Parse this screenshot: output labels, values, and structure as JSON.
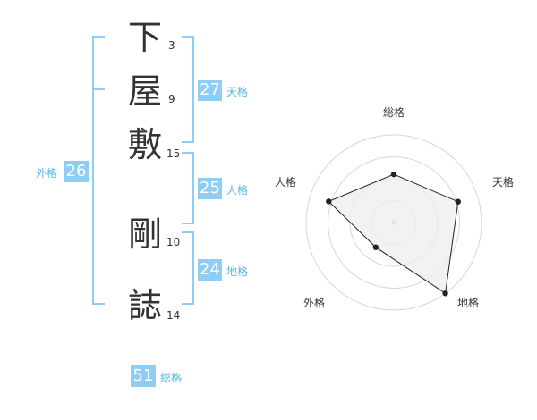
{
  "name": {
    "chars": [
      {
        "char": "下",
        "strokes": "3"
      },
      {
        "char": "屋",
        "strokes": "9"
      },
      {
        "char": "敷",
        "strokes": "15"
      },
      {
        "char": "剛",
        "strokes": "10"
      },
      {
        "char": "誌",
        "strokes": "14"
      }
    ]
  },
  "fortunes": {
    "tenkaku": {
      "value": "27",
      "label": "天格"
    },
    "jinkaku": {
      "value": "25",
      "label": "人格"
    },
    "chikaku": {
      "value": "24",
      "label": "地格"
    },
    "gaikaku": {
      "value": "26",
      "label": "外格"
    },
    "soukaku": {
      "value": "51",
      "label": "総格"
    }
  },
  "colors": {
    "accent": "#8ecdf6",
    "accent_text": "#58b6e9",
    "radar_fill": "#eeeeee"
  },
  "chart_data": {
    "type": "radar",
    "axes": [
      "総格",
      "天格",
      "地格",
      "外格",
      "人格"
    ],
    "values": [
      0.55,
      0.77,
      1.0,
      0.35,
      0.78
    ],
    "scale_max": 1.0,
    "rings": 4
  }
}
